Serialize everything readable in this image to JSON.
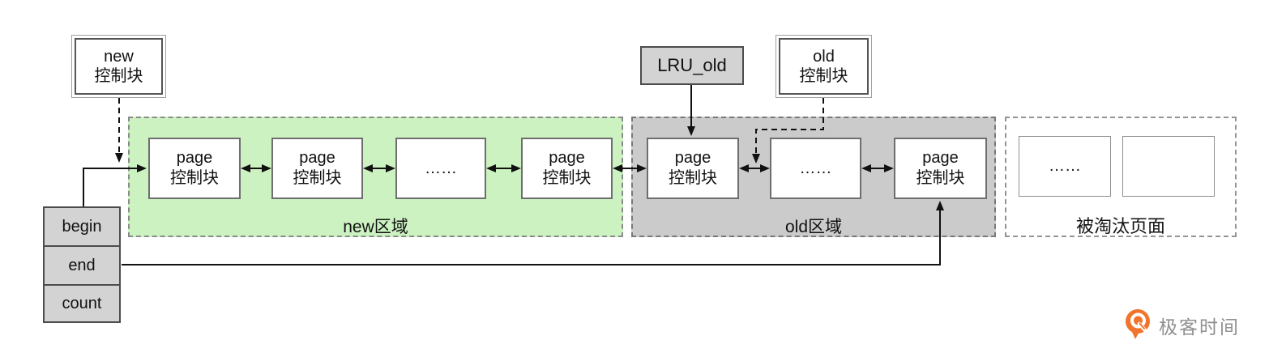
{
  "blocks": {
    "new_control": "new\n控制块",
    "old_control": "old\n控制块",
    "lru_old": "LRU_old",
    "begin": "begin",
    "end": "end",
    "count": "count"
  },
  "regions": {
    "new": {
      "label": "new区域",
      "fill": "#ccf2c1",
      "boxes": [
        "page\n控制块",
        "page\n控制块",
        "……",
        "page\n控制块"
      ]
    },
    "old": {
      "label": "old区域",
      "fill": "#cbcbcb",
      "boxes": [
        "page\n控制块",
        "……",
        "page\n控制块"
      ]
    },
    "evicted": {
      "label": "被淘汰页面",
      "fill": "#ffffff",
      "boxes": [
        "……",
        ""
      ]
    }
  },
  "colors": {
    "arrow": "#111111",
    "pointer_cell_fill": "#d3d3d3",
    "logo_orange": "#f0742c",
    "logo_text_gray": "#8f8f8f"
  },
  "logo": {
    "text": "极客时间"
  }
}
